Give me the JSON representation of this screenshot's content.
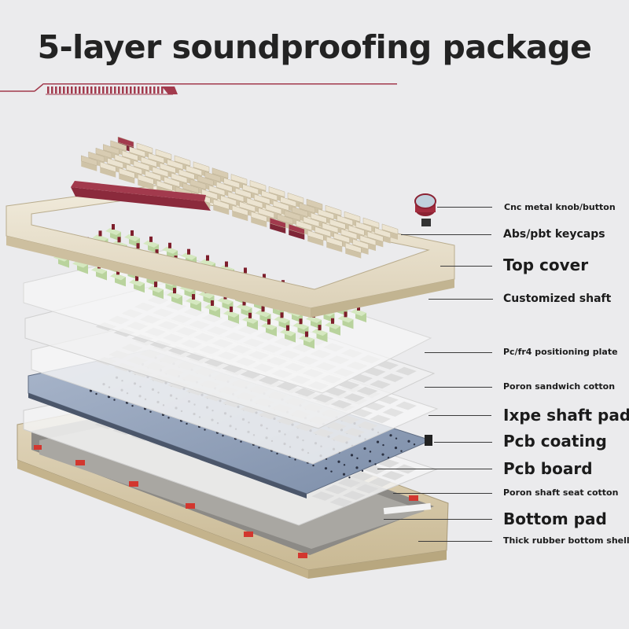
{
  "title": "5-layer soundproofing package",
  "colors": {
    "accent": "#a23a4d",
    "keycap_cream": "#e6dcc6",
    "frame": "#e9e1cd",
    "case": "#d5c7a8",
    "switch_stem": "#7e1e2c",
    "switch_housing": "#c7deb0",
    "pcb": "#8fa0ba"
  },
  "labels": [
    {
      "id": "knob",
      "text": "Cnc metal knob/button"
    },
    {
      "id": "keycaps",
      "text": "Abs/pbt keycaps"
    },
    {
      "id": "top_cover",
      "text": "Top cover"
    },
    {
      "id": "shaft",
      "text": "Customized shaft"
    },
    {
      "id": "plate",
      "text": "Pc/fr4 positioning plate"
    },
    {
      "id": "sandwich",
      "text": "Poron sandwich cotton"
    },
    {
      "id": "ixpe",
      "text": "Ixpe shaft pad"
    },
    {
      "id": "pcb_coating",
      "text": "Pcb coating"
    },
    {
      "id": "pcb_board",
      "text": "Pcb board"
    },
    {
      "id": "seat_cotton",
      "text": "Poron shaft seat cotton"
    },
    {
      "id": "bottom_pad",
      "text": "Bottom pad"
    },
    {
      "id": "bottom_shell",
      "text": "Thick rubber bottom shell"
    }
  ]
}
